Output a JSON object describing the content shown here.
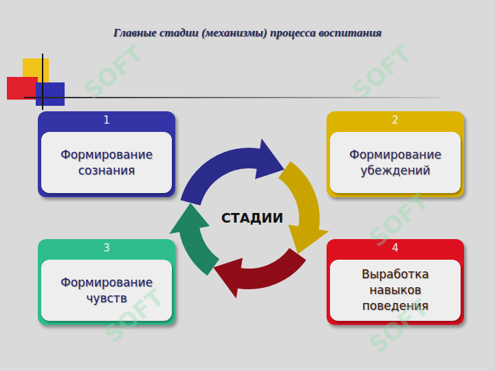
{
  "diagram": {
    "title": "Главные стадии (механизмы) процесса воспитания",
    "nodes": [
      {
        "text": [
          "1",
          "Формирование сознания"
        ]
      },
      {
        "text": [
          "2",
          "Формирование убеждений"
        ]
      },
      {
        "text": [
          "3",
          "Формирование чувств"
        ]
      },
      {
        "text": [
          "4",
          "Выработка навыков поведения"
        ]
      }
    ],
    "labels": [
      "СТАДИИ",
      "SOFT",
      "SOFT",
      "SOFT",
      "SOFT",
      "SOFT"
    ]
  }
}
